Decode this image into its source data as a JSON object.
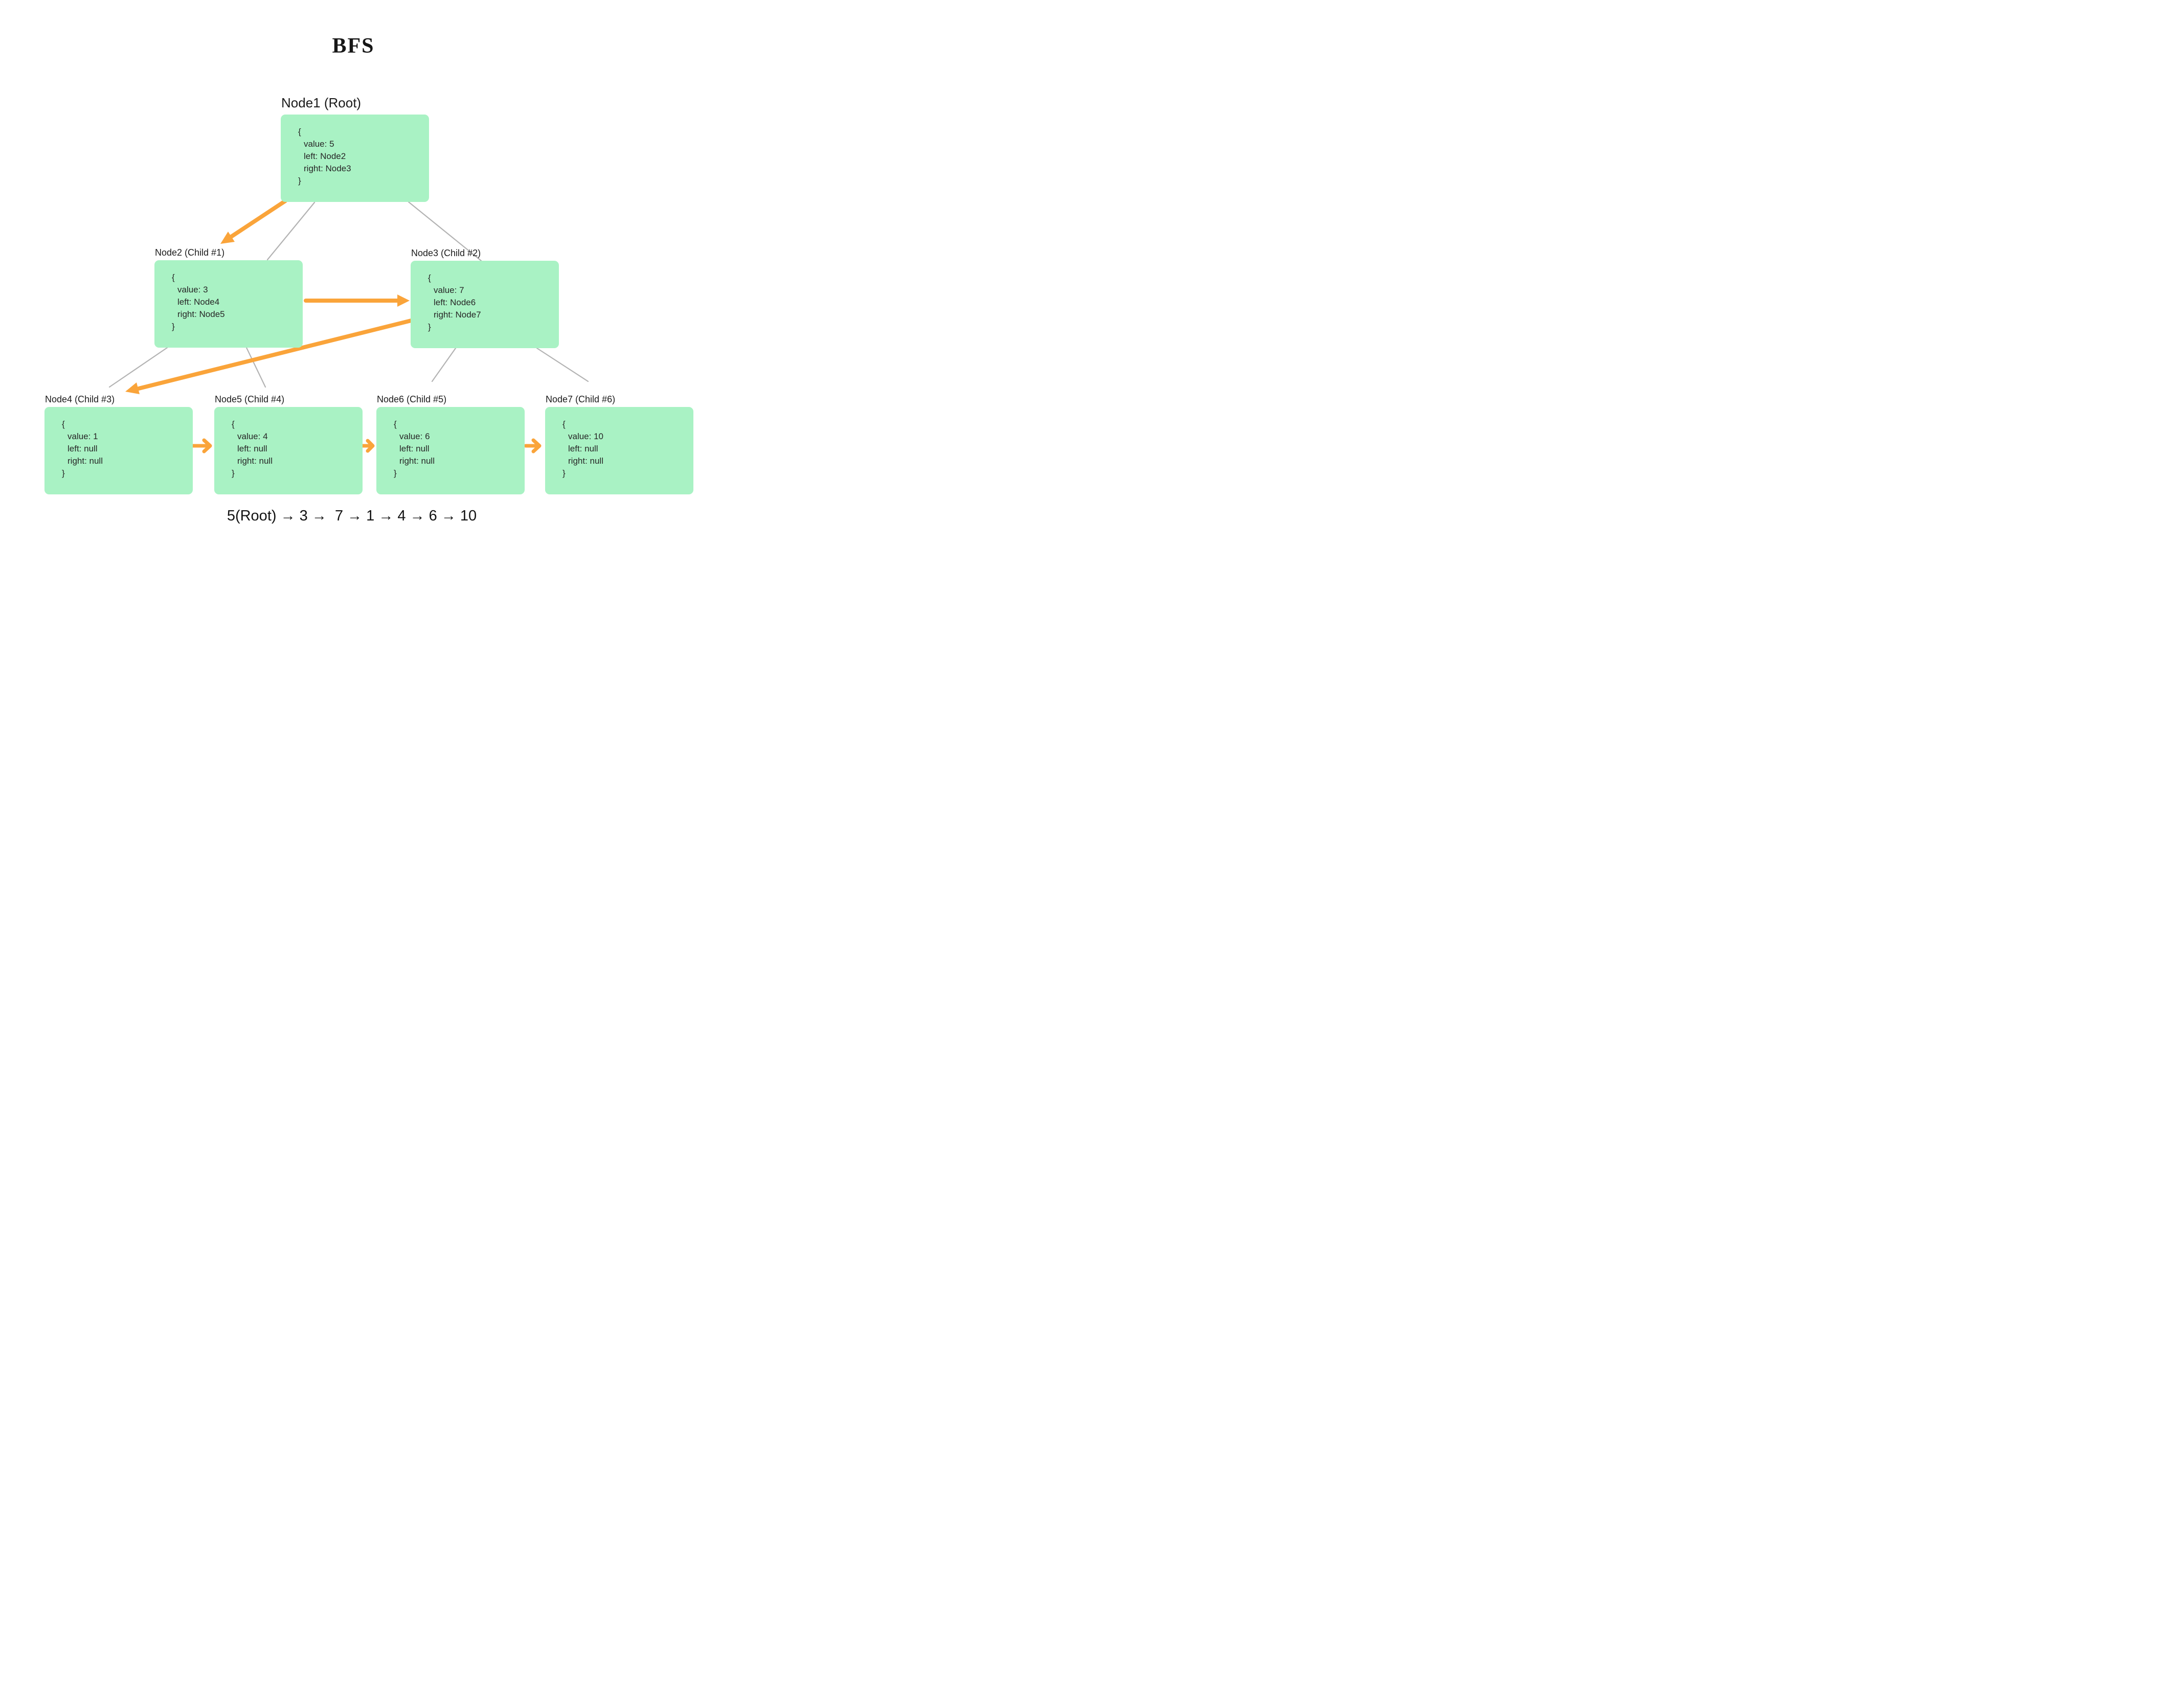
{
  "title": "BFS",
  "nodes": [
    {
      "id": "node1",
      "label": "Node1 (Root)",
      "lines": [
        "{",
        "value: 5",
        "left: Node2",
        "right: Node3",
        "}"
      ]
    },
    {
      "id": "node2",
      "label": "Node2 (Child #1)",
      "lines": [
        "{",
        "value: 3",
        "left: Node4",
        "right: Node5",
        "}"
      ]
    },
    {
      "id": "node3",
      "label": "Node3 (Child #2)",
      "lines": [
        "{",
        "value: 7",
        "left: Node6",
        "right: Node7",
        "}"
      ]
    },
    {
      "id": "node4",
      "label": "Node4 (Child #3)",
      "lines": [
        "{",
        "value: 1",
        "left: null",
        "right: null",
        "}"
      ]
    },
    {
      "id": "node5",
      "label": "Node5 (Child #4)",
      "lines": [
        "{",
        "value: 4",
        "left: null",
        "right: null",
        "}"
      ]
    },
    {
      "id": "node6",
      "label": "Node6 (Child #5)",
      "lines": [
        "{",
        "value: 6",
        "left: null",
        "right: null",
        "}"
      ]
    },
    {
      "id": "node7",
      "label": "Node7 (Child #6)",
      "lines": [
        "{",
        "value: 10",
        "left: null",
        "right: null",
        "}"
      ]
    }
  ],
  "tree_edges": [
    {
      "from": "Node1",
      "to": "Node2"
    },
    {
      "from": "Node1",
      "to": "Node3"
    },
    {
      "from": "Node2",
      "to": "Node4"
    },
    {
      "from": "Node2",
      "to": "Node5"
    },
    {
      "from": "Node3",
      "to": "Node6"
    },
    {
      "from": "Node3",
      "to": "Node7"
    }
  ],
  "traversal_arrows": [
    {
      "from": "Node1",
      "to": "Node2"
    },
    {
      "from": "Node2",
      "to": "Node3"
    },
    {
      "from": "Node3",
      "to": "Node4"
    },
    {
      "from": "Node4",
      "to": "Node5"
    },
    {
      "from": "Node5",
      "to": "Node6"
    },
    {
      "from": "Node6",
      "to": "Node7"
    }
  ],
  "traversal_result": "5(Root) → 3 →  7 → 1 → 4 → 6 → 10",
  "colors": {
    "node_fill": "#a9f2c4",
    "traversal_arrow": "#faa43a",
    "tree_edge": "#b3b3b3",
    "text": "#1d1d1d"
  }
}
